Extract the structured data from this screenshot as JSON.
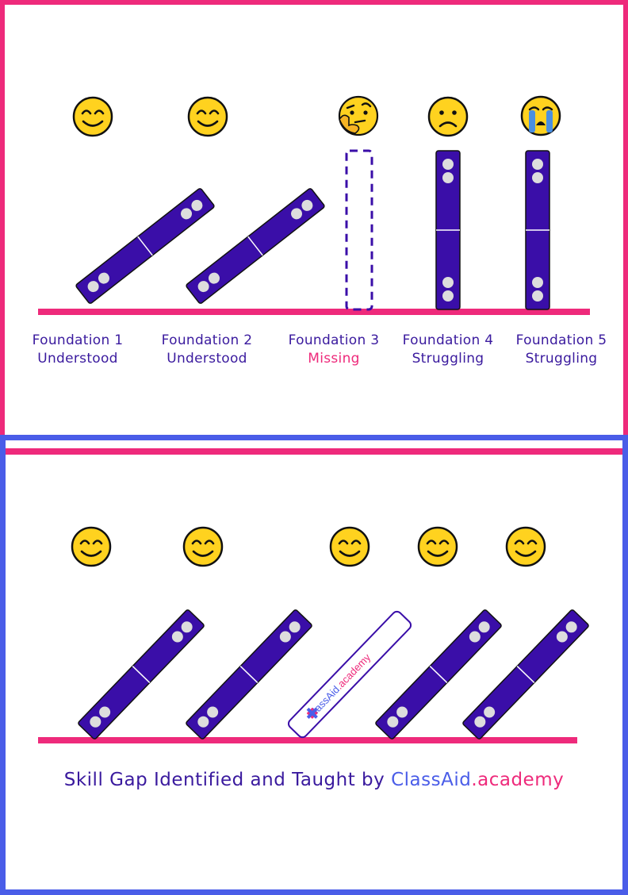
{
  "top": {
    "foundations": [
      {
        "name": "Foundation 1",
        "status": "Understood",
        "face": "smiling-face-icon",
        "state": "fallen"
      },
      {
        "name": "Foundation 2",
        "status": "Understood",
        "face": "smiling-face-icon",
        "state": "fallen"
      },
      {
        "name": "Foundation 3",
        "status": "Missing",
        "face": "thinking-face-icon",
        "state": "missing"
      },
      {
        "name": "Foundation 4",
        "status": "Struggling",
        "face": "frowning-face-icon",
        "state": "standing"
      },
      {
        "name": "Foundation 5",
        "status": "Struggling",
        "face": "crying-face-icon",
        "state": "standing"
      }
    ]
  },
  "bottom": {
    "faces": [
      "smiling-face-icon",
      "smiling-face-icon",
      "smiling-face-icon",
      "smiling-face-icon",
      "smiling-face-icon"
    ],
    "logo_domino": {
      "text_part1": "ClassAid",
      "text_part2": ".academy"
    },
    "caption": {
      "text": "Skill Gap Identified and Taught by ",
      "brand_part1": "ClassAid",
      "brand_part2": ".academy"
    }
  },
  "colors": {
    "pink": "#ee2a7b",
    "blue": "#4a5de8",
    "domino": "#3a0ea8",
    "face": "#ffd21f"
  }
}
